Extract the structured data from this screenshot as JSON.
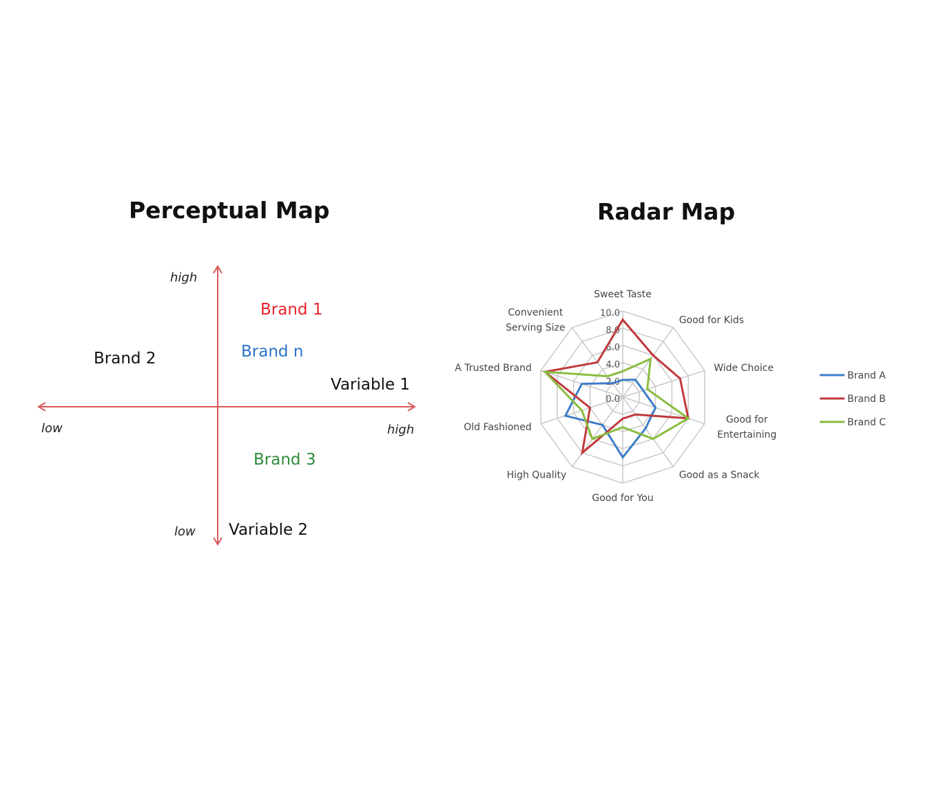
{
  "perceptual_map": {
    "title": "Perceptual Map",
    "x_axis": {
      "label": "Variable 1",
      "low": "low",
      "high": "high"
    },
    "y_axis": {
      "label": "Variable 2",
      "low": "low",
      "high": "high"
    },
    "axis_color": "#d9575a",
    "brands": [
      {
        "label": "Brand 1",
        "color": "#e8202a"
      },
      {
        "label": "Brand 2",
        "color": "#111111"
      },
      {
        "label": "Brand n",
        "color": "#2b72c6"
      },
      {
        "label": "Brand 3",
        "color": "#2e8b3a"
      }
    ]
  },
  "chart_data": {
    "type": "radar",
    "title": "Radar Map",
    "categories": [
      "Sweet Taste",
      "Good for  Kids",
      "Wide Choice",
      "Good for Entertaining",
      "Good as a Snack",
      "Good for You",
      "High Quality",
      "Old Fashioned",
      "A Trusted Brand",
      "Convenient Serving Size"
    ],
    "rlim": [
      0,
      10
    ],
    "ticks": [
      "0.0",
      "2.0",
      "4.0",
      "6.0",
      "8.0",
      "10.0"
    ],
    "grid": true,
    "legend_position": "right",
    "series": [
      {
        "name": "Brand A",
        "color": "#3d7dc8",
        "values": [
          2.0,
          2.5,
          2.5,
          4.0,
          4.5,
          7.0,
          4.0,
          7.0,
          5.0,
          2.0
        ]
      },
      {
        "name": "Brand B",
        "color": "#c0393b",
        "values": [
          9.0,
          6.0,
          7.0,
          8.0,
          2.5,
          2.5,
          8.0,
          4.0,
          9.5,
          5.0
        ]
      },
      {
        "name": "Brand C",
        "color": "#8abb3e",
        "values": [
          3.0,
          5.5,
          3.0,
          8.0,
          6.0,
          3.5,
          6.0,
          5.0,
          9.5,
          3.0
        ]
      }
    ]
  }
}
